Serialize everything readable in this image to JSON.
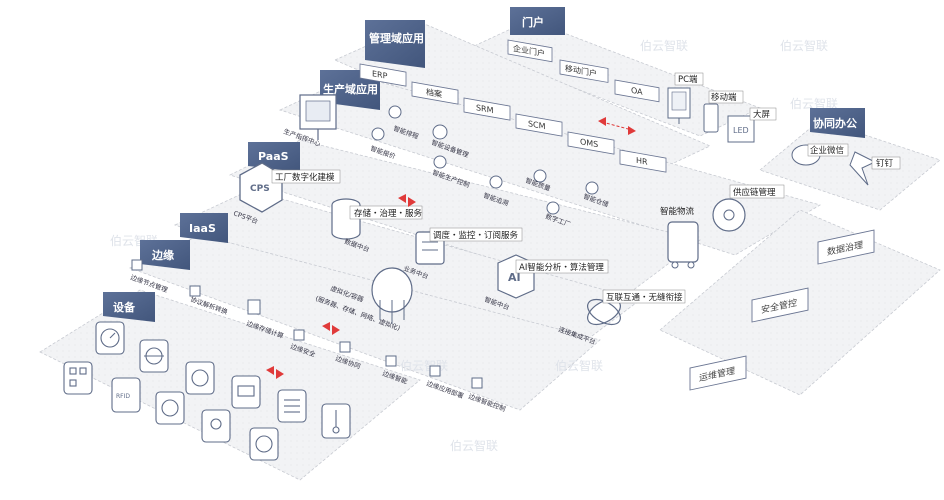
{
  "watermark": "伯云智联",
  "layers": {
    "portal": "门户",
    "management": "管理域应用",
    "production": "生产域应用",
    "paas": "PaaS",
    "iaas": "IaaS",
    "edge": "边缘",
    "device": "设备",
    "collab": "协同办公"
  },
  "portal_items": [
    "企业门户",
    "移动门户",
    "OA"
  ],
  "management_items": [
    "ERP",
    "档案",
    "SRM",
    "SCM",
    "OMS",
    "HR"
  ],
  "terminals": [
    "PC端",
    "移动端",
    "大屏"
  ],
  "collab_items": [
    "企业微信",
    "钉钉"
  ],
  "production_center": "生产指挥中心",
  "production_items": [
    "智能排程",
    "智能报价",
    "智能设备管理",
    "智能生产控制",
    "智能质量",
    "智能仓储",
    "数字工厂",
    "智能追溯"
  ],
  "right_items": [
    "智能物流",
    "供应链管理"
  ],
  "side_blocks": [
    "数据治理",
    "安全管控",
    "运维管理"
  ],
  "paas_items": {
    "cps": "CPS平台",
    "cps_callout": "工厂数字化建模",
    "data": "数据中台",
    "data_callout": "存储・治理・服务",
    "business": "业务中台",
    "business_callout": "调度・监控・订阅服务",
    "ai": "智能中台",
    "ai_callout": "AI智能分析・算法管理",
    "iot": "连接集成平台",
    "iot_callout": "互联互通・无缝衔接"
  },
  "iaas": {
    "label": "虚拟化/容器",
    "callout": "(服务器、存储、网络、虚拟化)"
  },
  "edge_items": [
    "边缘节点管理",
    "协议解析转换",
    "边缘存储计算",
    "边缘安全",
    "边缘协同",
    "边缘智能",
    "边缘应用部署",
    "边缘智能控制"
  ]
}
